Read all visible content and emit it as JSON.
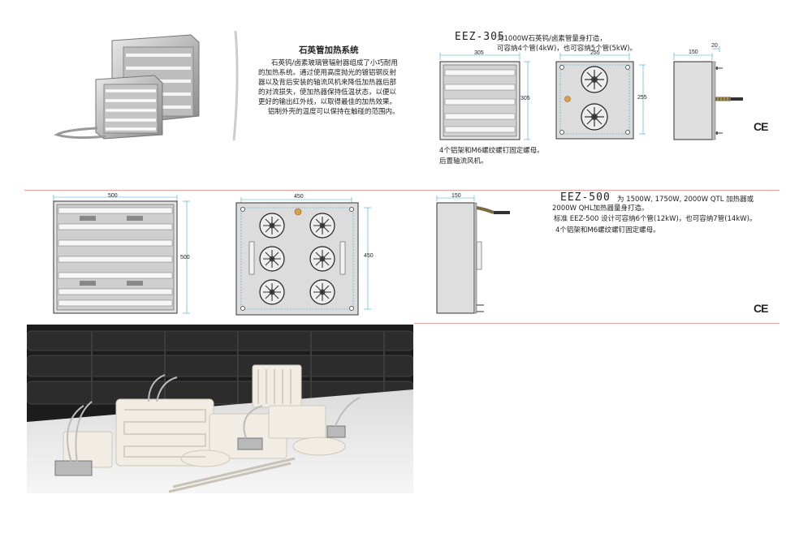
{
  "intro": {
    "title": "石英管加热系统",
    "paragraph": [
      "石英钨/卤素玻璃管辐射器组成了小巧耐用",
      "的加热系统。通过使用高度抛光的镀铝钢反射",
      "器以及背后安装的轴流风机来降低加热器后部",
      "的对流损失，使加热器保持低温状态，以便以",
      "更好的输出红外线，以取得最佳的加热效果。",
      "铝制外壳的温度可以保持在触碰的范围内。"
    ]
  },
  "eez305": {
    "model": "EEZ-305",
    "desc1": "为1000W石英钨/卤素管量身打造，",
    "desc2": "可容纳4个管(4kW)，也可容纳5个管(5kW)。",
    "note1": "4个铝架和M6螺纹螺钉固定螺母。",
    "note2": "后置轴流风机。",
    "dims": {
      "front_w": "305",
      "front_h": "305",
      "back_w": "255",
      "back_h": "255",
      "side_w": "150",
      "side_top": "20"
    },
    "ce": "CE"
  },
  "eez500": {
    "model": "EEZ-500",
    "desc1": "为 1500W, 1750W, 2000W  QTL 加热器或",
    "desc2": "2000W QHL加热器量身打造。",
    "desc3": "标准 EEZ-500 设计可容纳6个管(12kW)，也可容纳7管(14kW)。",
    "desc4": "4个铝架和M6螺纹螺钉固定螺母。",
    "dims": {
      "front_w": "500",
      "front_h": "500",
      "back_w": "450",
      "back_h": "450",
      "side_w": "150"
    },
    "ce": "CE"
  },
  "colors": {
    "divider": "#e9a0a0",
    "dimension": "#3fa6d8",
    "panel": "#dcdcdc"
  }
}
